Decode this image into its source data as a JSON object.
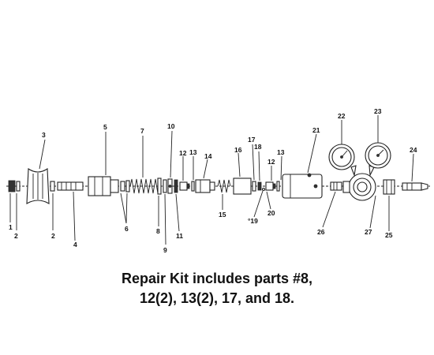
{
  "caption": {
    "line1": "Repair Kit includes parts #8,",
    "line2": "12(2), 13(2), 17, and 18."
  },
  "callouts": {
    "c1": "1",
    "c2a": "2",
    "c2b": "2",
    "c3": "3",
    "c4": "4",
    "c5": "5",
    "c6": "6",
    "c7": "7",
    "c8": "8",
    "c9": "9",
    "c10": "10",
    "c11": "11",
    "c12a": "12",
    "c12b": "12",
    "c13a": "13",
    "c13b": "13",
    "c14": "14",
    "c15": "15",
    "c16": "16",
    "c17": "17",
    "c18": "18",
    "c19": "°19",
    "c20": "20",
    "c21": "21",
    "c22": "22",
    "c23": "23",
    "c24": "24",
    "c25": "25",
    "c26": "26",
    "c27": "27"
  }
}
